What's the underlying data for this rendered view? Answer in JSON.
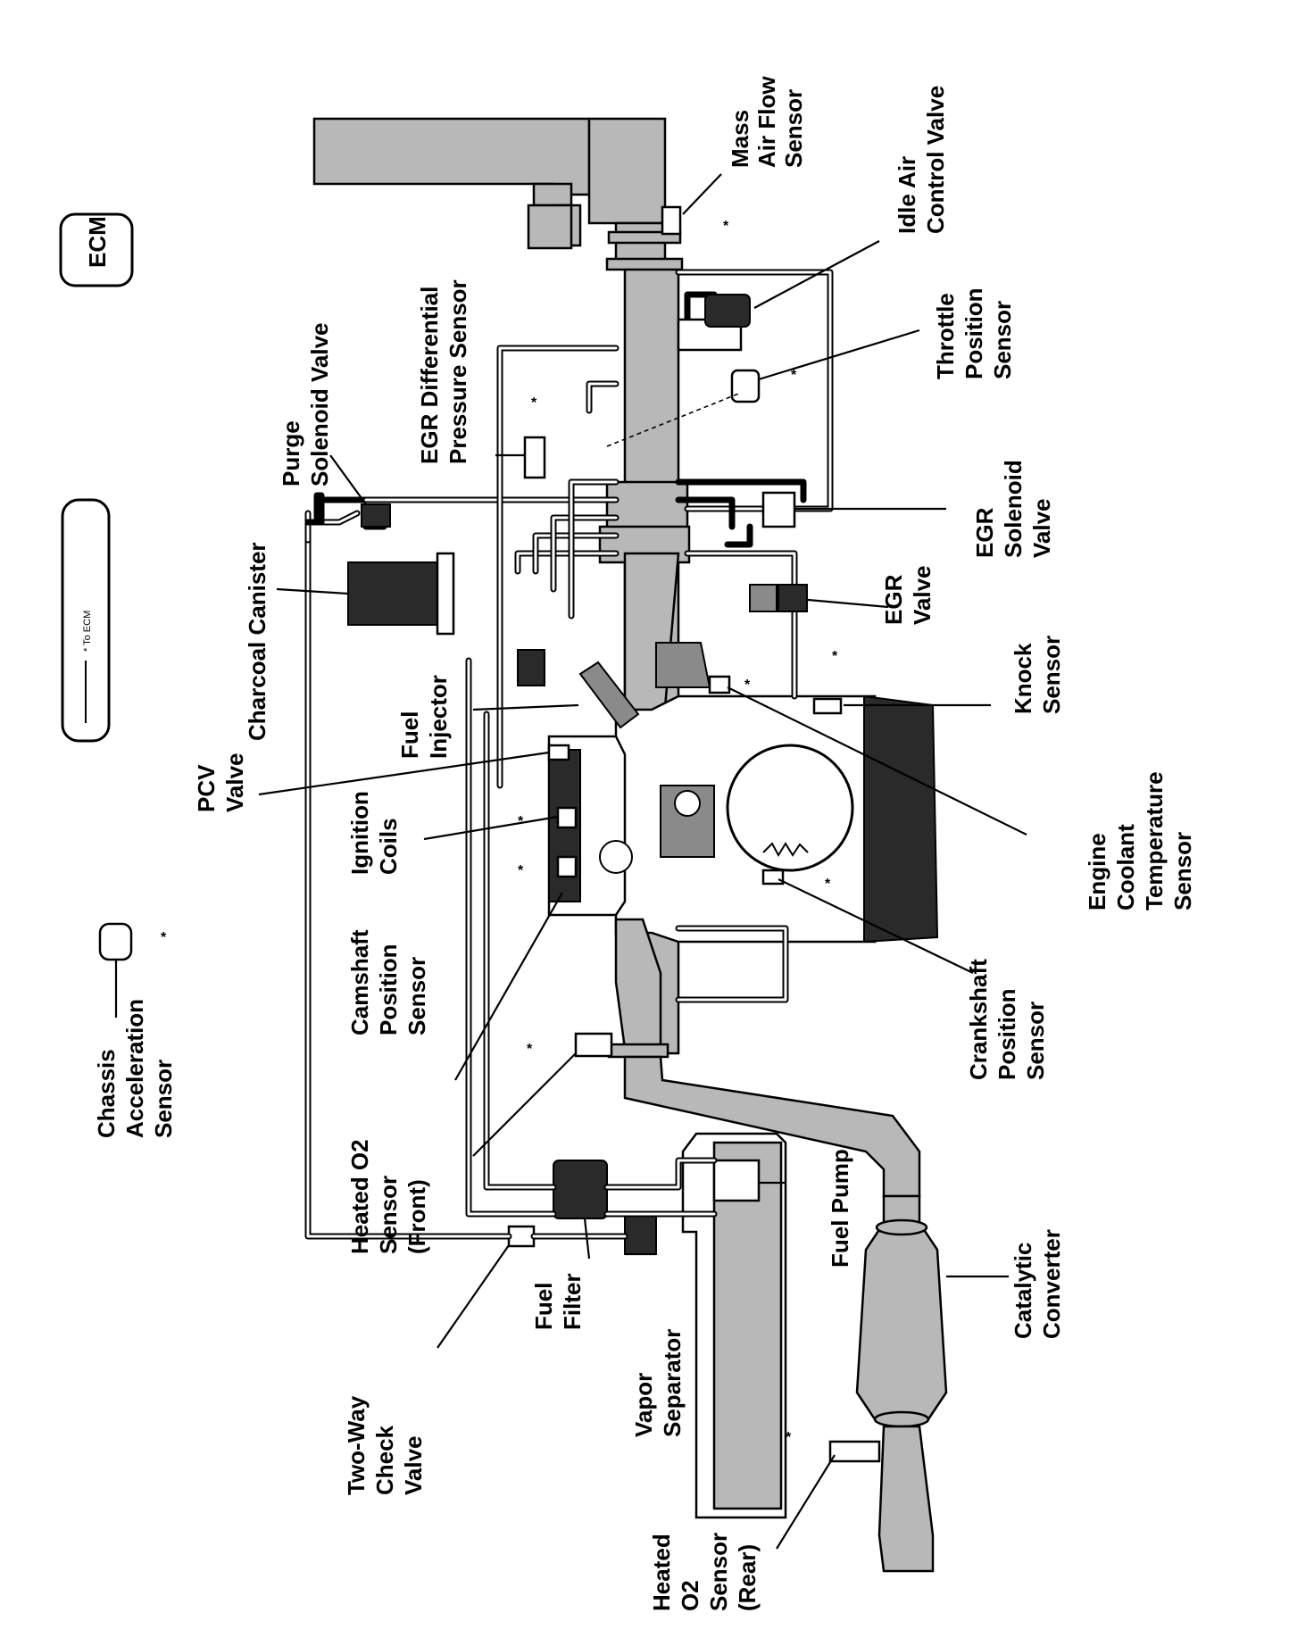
{
  "legend": {
    "to_ecm": "* To ECM",
    "ecm": "ECM"
  },
  "asterisk": "*",
  "labels": {
    "mass_air_flow_sensor": [
      "Mass",
      "Air Flow",
      "Sensor"
    ],
    "idle_air_control_valve": [
      "Idle Air",
      "Control Valve"
    ],
    "throttle_position_sensor": [
      "Throttle",
      "Position",
      "Sensor"
    ],
    "egr_solenoid_valve": [
      "EGR",
      "Solenoid",
      "Valve"
    ],
    "egr_valve": [
      "EGR",
      "Valve"
    ],
    "knock_sensor": [
      "Knock",
      "Sensor"
    ],
    "engine_coolant_temperature_sensor": [
      "Engine",
      "Coolant",
      "Temperature",
      "Sensor"
    ],
    "crankshaft_position_sensor": [
      "Crankshaft",
      "Position",
      "Sensor"
    ],
    "fuel_pump": [
      "Fuel Pump"
    ],
    "catalytic_converter": [
      "Catalytic",
      "Converter"
    ],
    "heated_o2_sensor_rear": [
      "Heated",
      "O2",
      "Sensor",
      "(Rear)"
    ],
    "vapor_separator": [
      "Vapor",
      "Separator"
    ],
    "fuel_filter": [
      "Fuel",
      "Filter"
    ],
    "two_way_check_valve": [
      "Two-Way",
      "Check",
      "Valve"
    ],
    "heated_o2_sensor_front": [
      "Heated O2",
      "Sensor",
      "(Front)"
    ],
    "camshaft_position_sensor": [
      "Camshaft",
      "Position",
      "Sensor"
    ],
    "ignition_coils": [
      "Ignition",
      "Coils"
    ],
    "pcv_valve": [
      "PCV",
      "Valve"
    ],
    "fuel_injector": [
      "Fuel",
      "Injector"
    ],
    "charcoal_canister": [
      "Charcoal Canister"
    ],
    "purge_solenoid_valve": [
      "Purge",
      "Solenoid Valve"
    ],
    "egr_differential_pressure_sensor": [
      "EGR Differential",
      "Pressure Sensor"
    ],
    "chassis_acceleration_sensor": [
      "Chassis",
      "Acceleration",
      "Sensor"
    ]
  }
}
